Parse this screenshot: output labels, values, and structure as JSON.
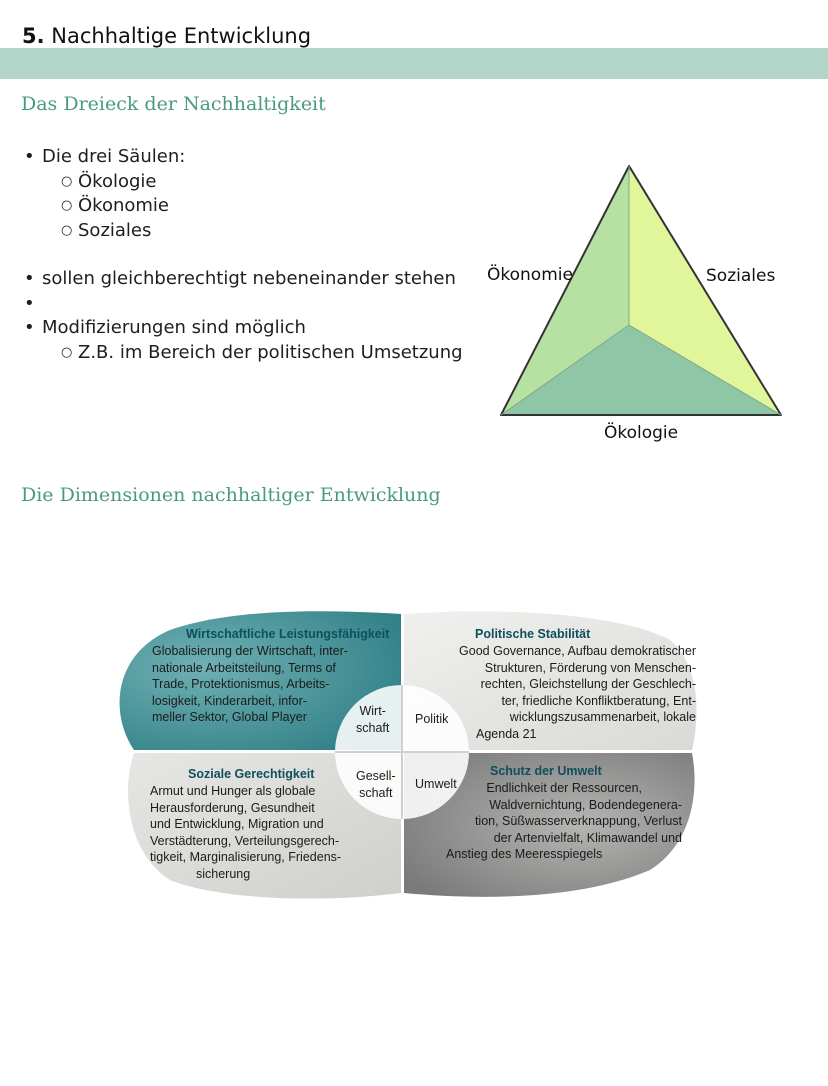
{
  "header": {
    "number": "5.",
    "title": "Nachhaltige Entwicklung"
  },
  "triangle_section": {
    "heading": "Das Dreieck der Nachhaltigkeit",
    "bullets": {
      "pillars_intro": "Die drei Säulen:",
      "pillars": [
        "Ökologie",
        "Ökonomie",
        "Soziales"
      ],
      "equal": "sollen gleichberechtigt nebeneinander stehen",
      "empty": "",
      "modifications": "Modifizierungen sind möglich",
      "modifications_sub": "Z.B. im Bereich der politischen Umsetzung"
    },
    "triangle_labels": {
      "left": "Ökonomie",
      "right": "Soziales",
      "bottom": "Ökologie"
    },
    "colors": {
      "left_face": "#b7e1a3",
      "right_face": "#e1f59a",
      "bottom_face": "#8fc6a5",
      "outline": "#333333"
    }
  },
  "dimensions_section": {
    "heading": "Die Dimensionen nachhaltiger Entwicklung",
    "quadrants": {
      "economy": {
        "title": "Wirtschaftliche Leistungsfähigkeit",
        "lines": [
          "Globalisierung der Wirtschaft, inter-",
          "nationale Arbeitsteilung, Terms of",
          "Trade, Protektionismus, Arbeits-",
          "losigkeit, Kinderarbeit, infor-",
          "meller Sektor, Global Player"
        ],
        "center_lines": [
          "Wirt-",
          "schaft"
        ]
      },
      "politics": {
        "title": "Politische Stabilität",
        "lines": [
          "Good Governance, Aufbau demokratischer",
          "Strukturen, Förderung von Menschen-",
          "rechten, Gleichstellung der Geschlech-",
          "ter, friedliche Konfliktberatung, Ent-",
          "wicklungszusammenarbeit, lokale",
          "Agenda 21"
        ],
        "center_label": "Politik"
      },
      "society": {
        "title": "Soziale Gerechtigkeit",
        "lines": [
          "Armut und Hunger als globale",
          "Herausforderung, Gesundheit",
          "und Entwicklung, Migration und",
          "Verstädterung, Verteilungsgerech-",
          "tigkeit, Marginalisierung, Friedens-",
          "sicherung"
        ],
        "center_lines": [
          "Gesell-",
          "schaft"
        ]
      },
      "environment": {
        "title": "Schutz der Umwelt",
        "lines": [
          "Endlichkeit der Ressourcen,",
          "Waldvernichtung, Bodendegenera-",
          "tion, Süßwasserverknappung, Verlust",
          "der Artenvielfalt, Klimawandel und",
          "Anstieg des Meeresspiegels"
        ],
        "center_label": "Umwelt"
      }
    },
    "colors": {
      "economy": "#3f8f95",
      "politics": "#e8e8e6",
      "society": "#dcdcda",
      "environment": "#8e8e8e",
      "title": "#0f4f5b"
    }
  }
}
